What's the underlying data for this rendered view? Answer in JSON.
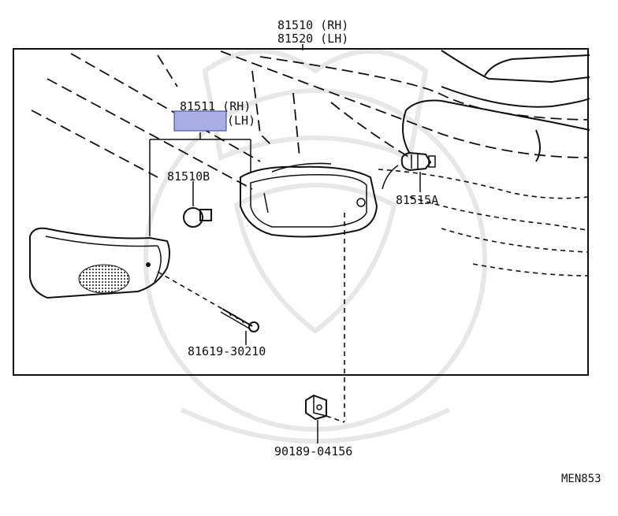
{
  "labels": {
    "assy_rh": "81510 (RH)",
    "assy_lh": "81520 (LH)",
    "lens_rh": "81511 (RH)",
    "lens_lh": "(LH)",
    "bulb": "81510B",
    "socket": "81515A",
    "screw": "81619-30210",
    "clip": "90189-04156",
    "diagram_code": "MEN853"
  },
  "colors": {
    "highlight": "#a9aee6",
    "highlight_border": "#3a3f9a",
    "line": "#111111",
    "watermark": "#e7e7e7"
  }
}
